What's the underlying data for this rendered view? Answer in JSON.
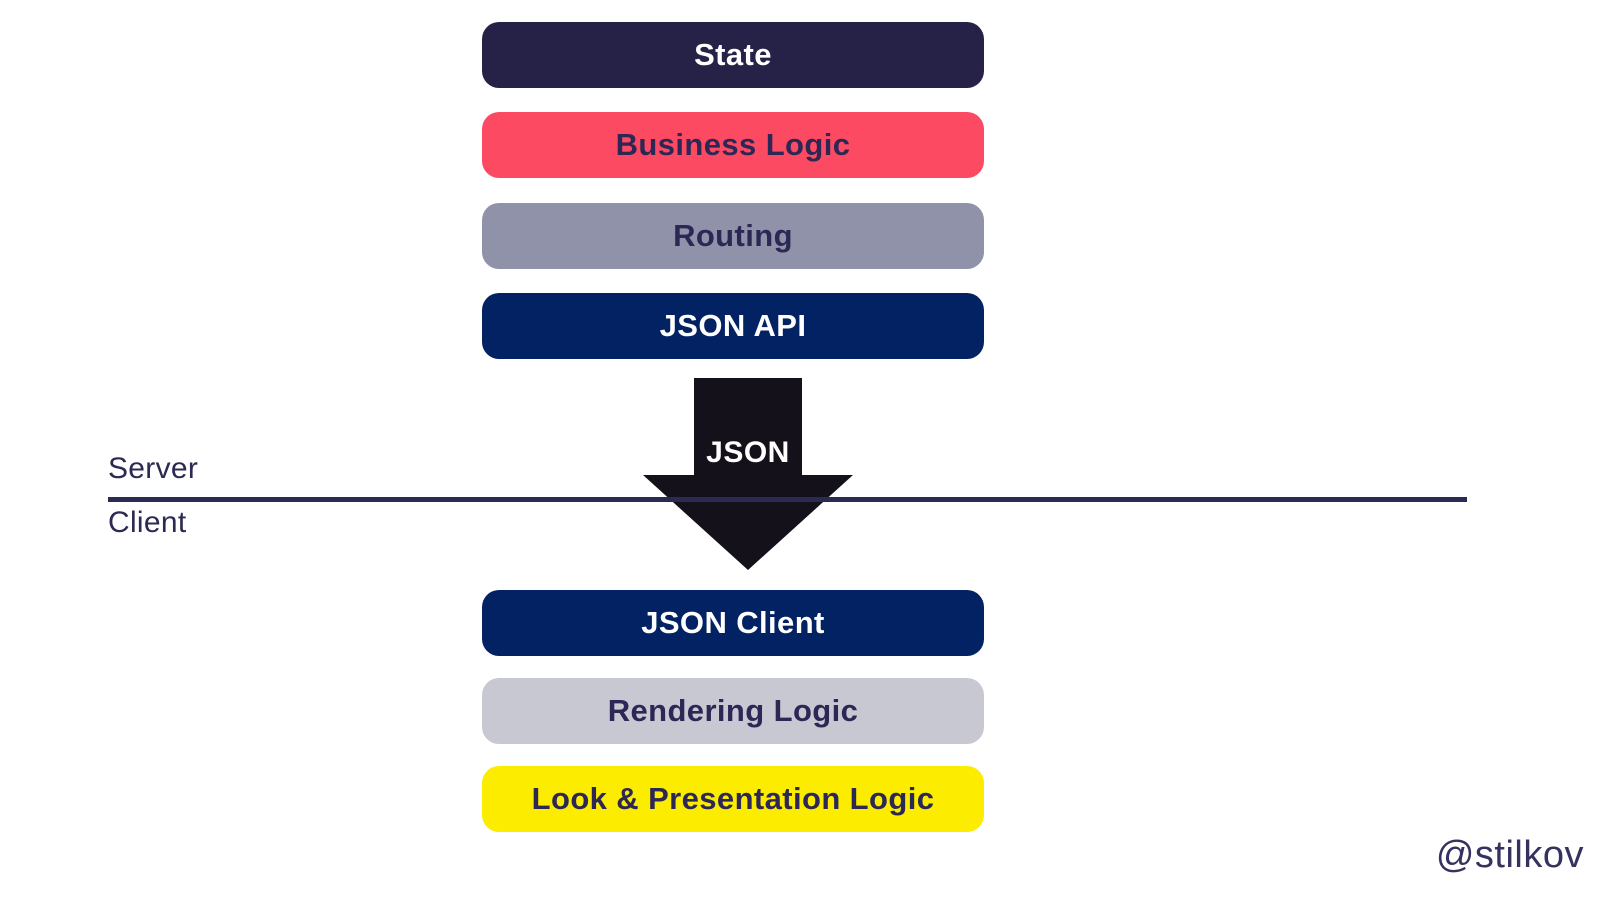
{
  "page": {
    "background": "#ffffff"
  },
  "server_stack": {
    "items": [
      {
        "label": "State",
        "bg": "#262247",
        "fg": "#ffffff"
      },
      {
        "label": "Business Logic",
        "bg": "#FC4A63",
        "fg": "#2C2755"
      },
      {
        "label": "Routing",
        "bg": "#8F92A8",
        "fg": "#2C2755"
      },
      {
        "label": "JSON API",
        "bg": "#032263",
        "fg": "#ffffff"
      }
    ]
  },
  "client_stack": {
    "items": [
      {
        "label": "JSON Client",
        "bg": "#032263",
        "fg": "#ffffff"
      },
      {
        "label": "Rendering Logic",
        "bg": "#C8C8D2",
        "fg": "#2C2755"
      },
      {
        "label": "Look & Presentation Logic",
        "bg": "#FCEC00",
        "fg": "#2C2755"
      }
    ]
  },
  "arrow": {
    "label": "JSON",
    "fill": "#14111B",
    "label_color": "#ffffff"
  },
  "divider": {
    "server_label": "Server",
    "client_label": "Client",
    "line_color": "#2B2A52",
    "label_color": "#2B2A52"
  },
  "attribution": {
    "handle": "@stilkov",
    "color": "#35325F"
  }
}
